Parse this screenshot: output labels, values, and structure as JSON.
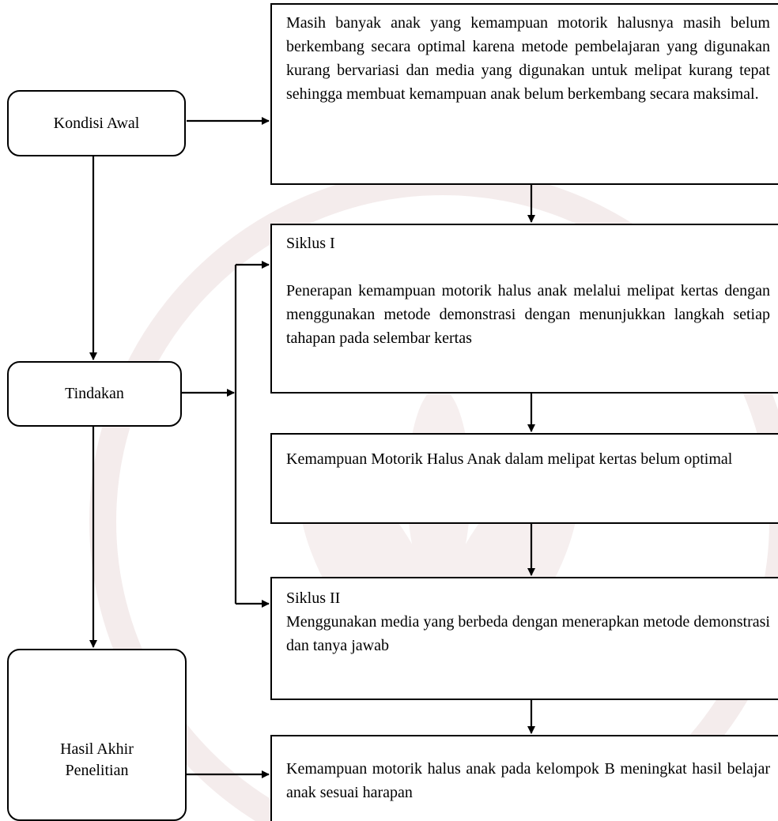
{
  "nodes": {
    "kondisi_awal": "Kondisi Awal",
    "tindakan": "Tindakan",
    "hasil_akhir": "Hasil Akhir Penelitian",
    "kondisi_awal_desc": "Masih banyak anak yang kemampuan motorik halusnya masih belum berkembang secara optimal karena metode pembelajaran yang digunakan kurang bervariasi dan media yang digunakan untuk melipat kurang tepat sehingga membuat kemampuan anak belum berkembang secara maksimal.",
    "siklus1_title": "Siklus I",
    "siklus1_desc": "Penerapan kemampuan motorik halus anak melalui melipat kertas dengan menggunakan metode demonstrasi dengan menunjukkan langkah setiap tahapan pada selembar kertas",
    "refleksi": "Kemampuan Motorik Halus Anak dalam melipat kertas belum optimal",
    "siklus2_title": "Siklus II",
    "siklus2_desc": "Menggunakan media yang berbeda dengan menerapkan metode demonstrasi dan tanya jawab",
    "hasil_desc": "Kemampuan motorik halus anak pada kelompok B meningkat hasil belajar anak sesuai harapan"
  }
}
